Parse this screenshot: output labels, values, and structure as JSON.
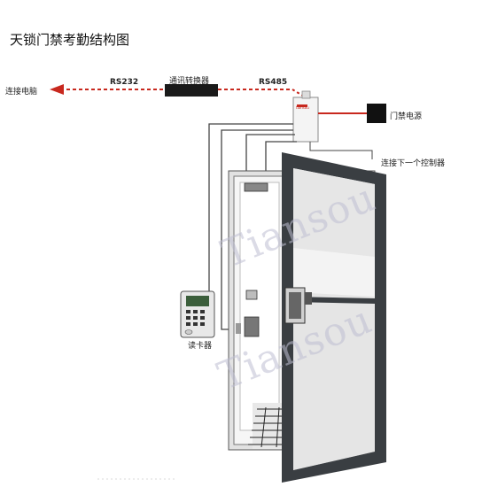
{
  "title": "天锁门禁考勤结构图",
  "labels": {
    "computer": "连接电脑",
    "rs232": "RS232",
    "converter": "通讯转换器",
    "rs485": "RS485",
    "lock_power": "门禁电源",
    "next_controller": "连接下一个控制器",
    "card_reader": "读卡器"
  },
  "controller_brand": "tiansou",
  "watermark": "Tiansou",
  "colors": {
    "arrow": "#c8281e",
    "door_frame": "#3c4044",
    "wire": "#444444"
  }
}
